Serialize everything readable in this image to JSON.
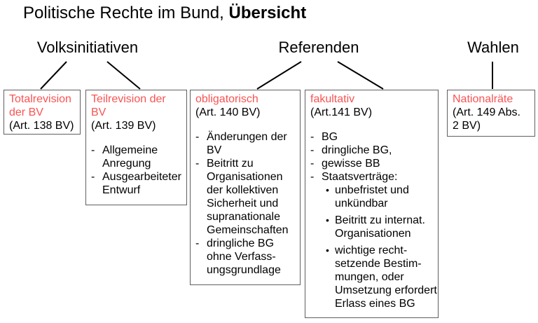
{
  "title": {
    "regular": "Politische Rechte im Bund, ",
    "bold": "Übersicht"
  },
  "headers": [
    {
      "label": "Volksinitiativen"
    },
    {
      "label": "Referenden"
    },
    {
      "label": "Wahlen"
    }
  ],
  "boxes": [
    {
      "title": "Totalrevision\nder BV",
      "subtitle": "(Art. 138 BV)",
      "items": []
    },
    {
      "title": "Teilrevision der\nBV",
      "subtitle": "(Art. 139 BV)",
      "items": [
        {
          "marker": "-",
          "text": "Allgemeine\nAnregung"
        },
        {
          "marker": "-",
          "text": "Ausgearbeiteter\nEntwurf"
        }
      ]
    },
    {
      "title": "obligatorisch",
      "subtitle": "(Art. 140 BV)",
      "items": [
        {
          "marker": "-",
          "text": "Änderungen der\nBV"
        },
        {
          "marker": "-",
          "text": "Beitritt zu\nOrganisationen\nder kollektiven\nSicherheit und\nsupranationale\nGemeinschaften"
        },
        {
          "marker": "-",
          "text": "dringliche BG\nohne Verfass-\nungsgrundlage"
        }
      ]
    },
    {
      "title": "fakultativ",
      "subtitle": "(Art.141 BV)",
      "items": [
        {
          "marker": "-",
          "text": "BG"
        },
        {
          "marker": "-",
          "text": "dringliche BG,"
        },
        {
          "marker": "-",
          "text": "gewisse BB"
        },
        {
          "marker": "-",
          "text": "Staatsverträge:"
        },
        {
          "marker": "•",
          "text": "unbefristet und\nunkündbar"
        },
        {
          "marker": "•",
          "text": "Beitritt zu internat.\nOrganisationen"
        },
        {
          "marker": "•",
          "text": "wichtige recht-\nsetzende Bestim-\nmungen, oder\nUmsetzung erfordert\nErlass eines BG"
        }
      ]
    },
    {
      "title": "Nationalräte",
      "subtitle": "(Art. 149 Abs.\n2 BV)",
      "items": []
    }
  ],
  "colors": {
    "accent_red": "#f95353",
    "box_border": "#5f5f5f",
    "connector": "#000000"
  }
}
